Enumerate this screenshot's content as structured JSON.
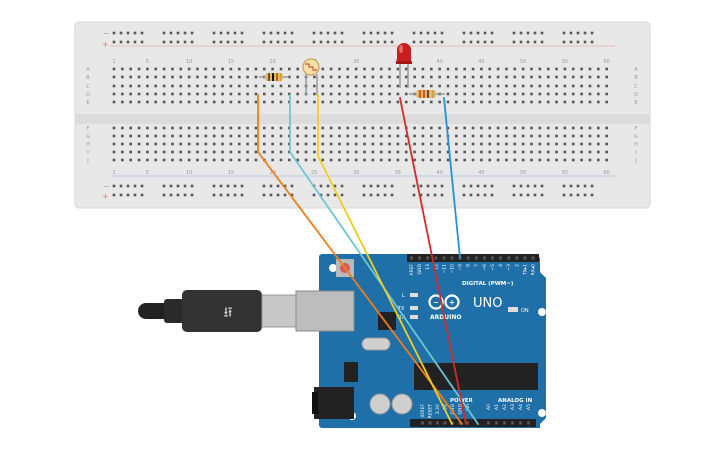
{
  "breadboard": {
    "column_numbers": [
      "1",
      "5",
      "10",
      "15",
      "20",
      "25",
      "30",
      "35",
      "40",
      "45",
      "50",
      "55",
      "60"
    ],
    "row_letters_top": [
      "A",
      "B",
      "C",
      "D",
      "E"
    ],
    "row_letters_bottom": [
      "F",
      "G",
      "H",
      "I",
      "J"
    ],
    "rail_minus": "−",
    "rail_plus": "+"
  },
  "arduino": {
    "logo_text": "ARDUINO",
    "model": "UNO",
    "digital_label": "DIGITAL (PWM~)",
    "power_label": "POWER",
    "analog_label": "ANALOG IN",
    "on_label": "ON",
    "led_labels": [
      "L",
      "TX",
      "RX"
    ],
    "digital_pins": [
      "AREF",
      "GND",
      "13",
      "12",
      "~11",
      "~10",
      "~9",
      "8",
      "7",
      "~6",
      "~5",
      "4",
      "~3",
      "2",
      "TX▸1",
      "RX◂0"
    ],
    "power_pins": [
      "IOREF",
      "RESET",
      "3.3V",
      "5V",
      "GND",
      "GND",
      "Vin"
    ],
    "analog_pins": [
      "A0",
      "A1",
      "A2",
      "A3",
      "A4",
      "A5"
    ]
  },
  "colors": {
    "breadboard": "#e8e8e8",
    "board": "#1f6fa8",
    "wire_orange": "#f07d1a",
    "wire_cyan": "#6cc7d2",
    "wire_yellow": "#f2cf1d",
    "wire_red": "#d42a2a",
    "wire_blue": "#2a8fd4"
  }
}
